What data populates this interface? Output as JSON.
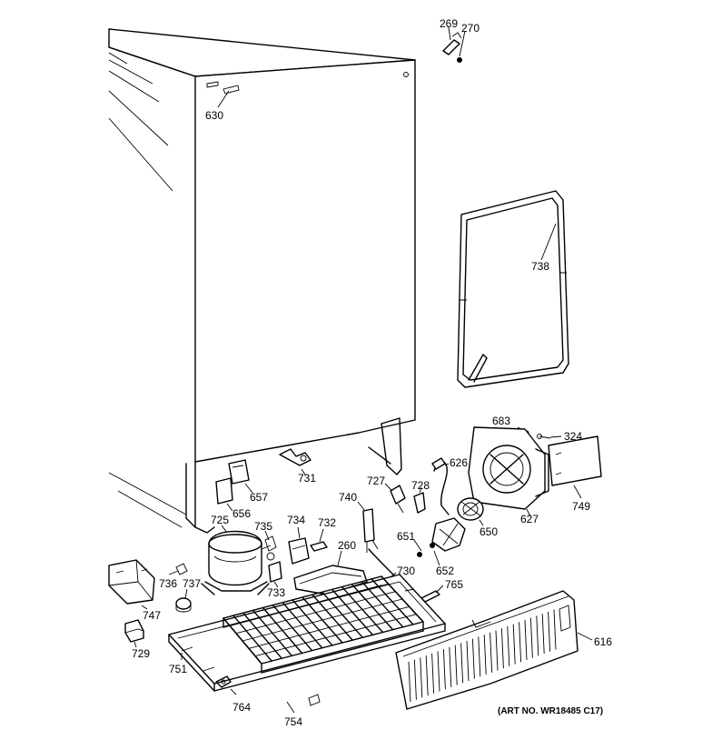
{
  "art_note": "(ART NO. WR18485 C17)",
  "parts": [
    {
      "id": "269",
      "label": "269"
    },
    {
      "id": "270",
      "label": "270"
    },
    {
      "id": "630",
      "label": "630"
    },
    {
      "id": "738",
      "label": "738"
    },
    {
      "id": "683",
      "label": "683"
    },
    {
      "id": "324",
      "label": "324"
    },
    {
      "id": "626",
      "label": "626"
    },
    {
      "id": "627",
      "label": "627"
    },
    {
      "id": "749",
      "label": "749"
    },
    {
      "id": "731",
      "label": "731"
    },
    {
      "id": "657",
      "label": "657"
    },
    {
      "id": "656",
      "label": "656"
    },
    {
      "id": "727",
      "label": "727"
    },
    {
      "id": "728",
      "label": "728"
    },
    {
      "id": "740",
      "label": "740"
    },
    {
      "id": "650",
      "label": "650"
    },
    {
      "id": "725",
      "label": "725"
    },
    {
      "id": "735",
      "label": "735"
    },
    {
      "id": "734",
      "label": "734"
    },
    {
      "id": "732",
      "label": "732"
    },
    {
      "id": "651",
      "label": "651"
    },
    {
      "id": "652",
      "label": "652"
    },
    {
      "id": "260",
      "label": "260"
    },
    {
      "id": "730",
      "label": "730"
    },
    {
      "id": "765",
      "label": "765"
    },
    {
      "id": "736",
      "label": "736"
    },
    {
      "id": "737",
      "label": "737"
    },
    {
      "id": "733",
      "label": "733"
    },
    {
      "id": "747",
      "label": "747"
    },
    {
      "id": "729",
      "label": "729"
    },
    {
      "id": "751",
      "label": "751"
    },
    {
      "id": "616",
      "label": "616"
    },
    {
      "id": "764",
      "label": "764"
    },
    {
      "id": "754",
      "label": "754"
    }
  ]
}
